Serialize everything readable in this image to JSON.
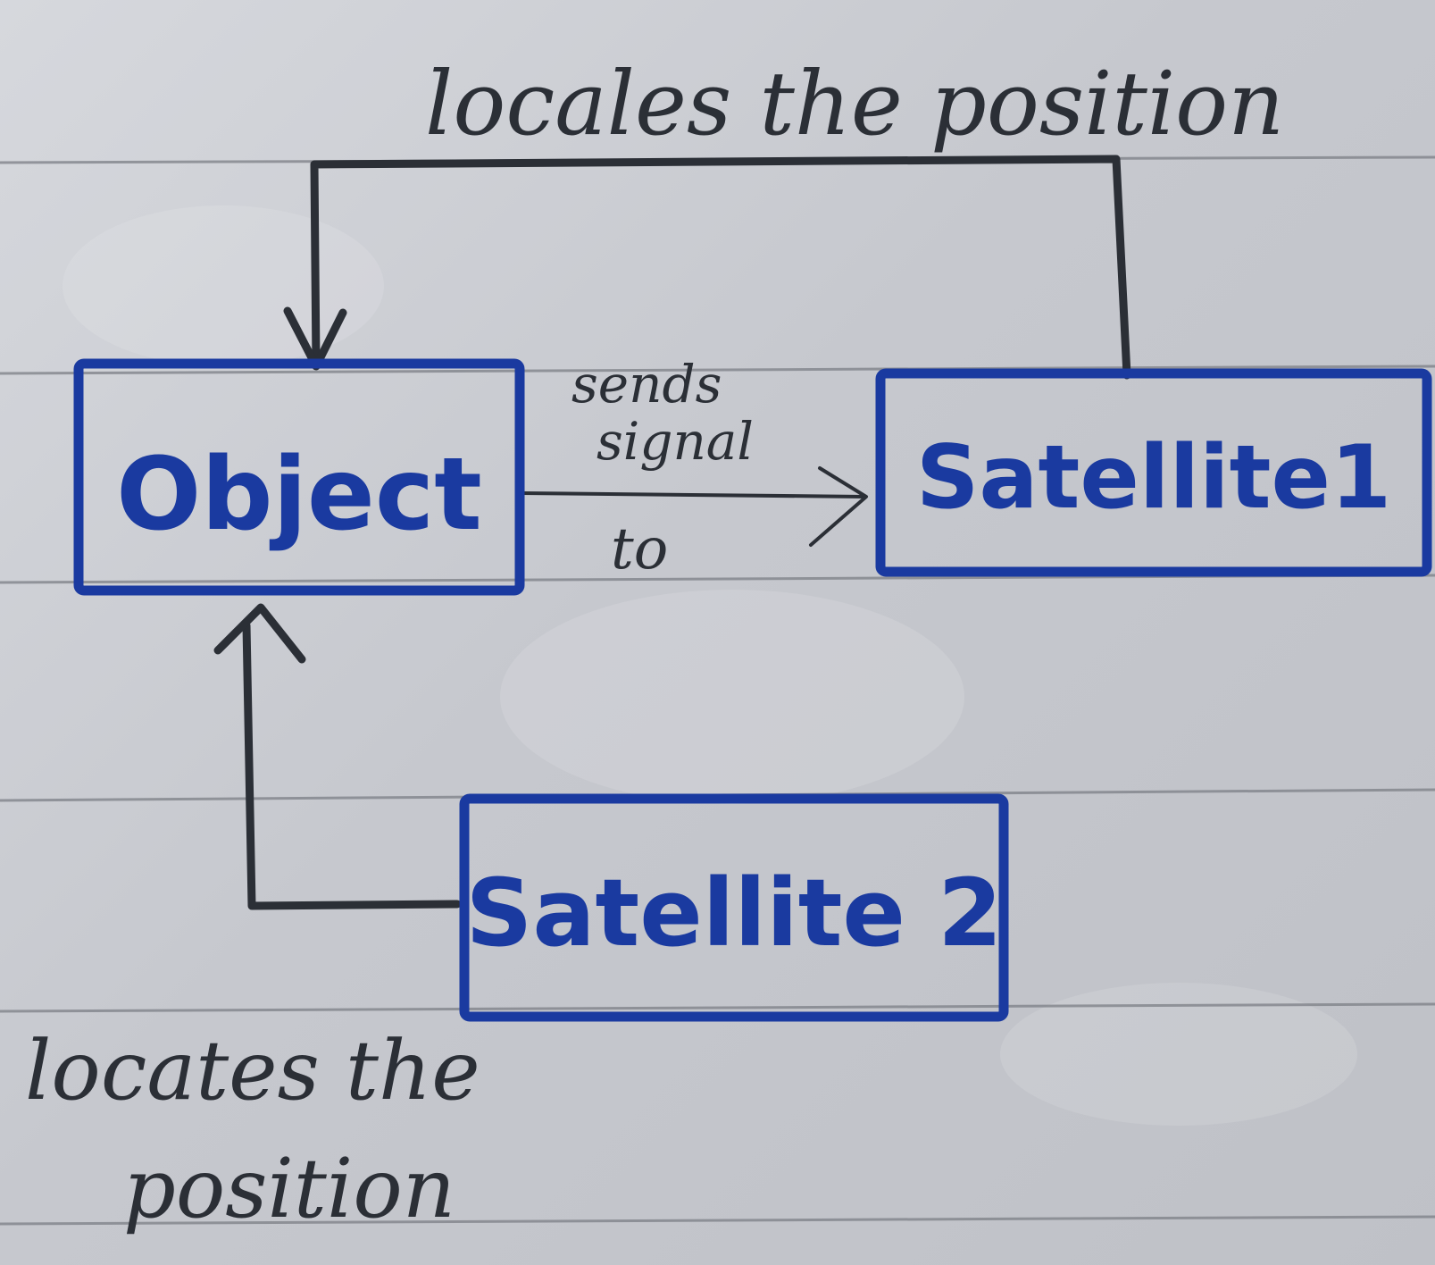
{
  "diagram": {
    "nodes": {
      "object": {
        "label": "Object"
      },
      "satellite1": {
        "label": "Satellite1"
      },
      "satellite2": {
        "label": "Satellite 2"
      }
    },
    "edges": {
      "top_label": "locales the position",
      "signal_label_line1": "sends",
      "signal_label_line2": "signal",
      "signal_label_line3": "to",
      "bottom_label_line1": "locates the",
      "bottom_label_line2": "position"
    }
  },
  "colors": {
    "ink_blue": "#1a3aa0",
    "pencil": "#2b2f36",
    "paper": "#c9cbd1"
  }
}
